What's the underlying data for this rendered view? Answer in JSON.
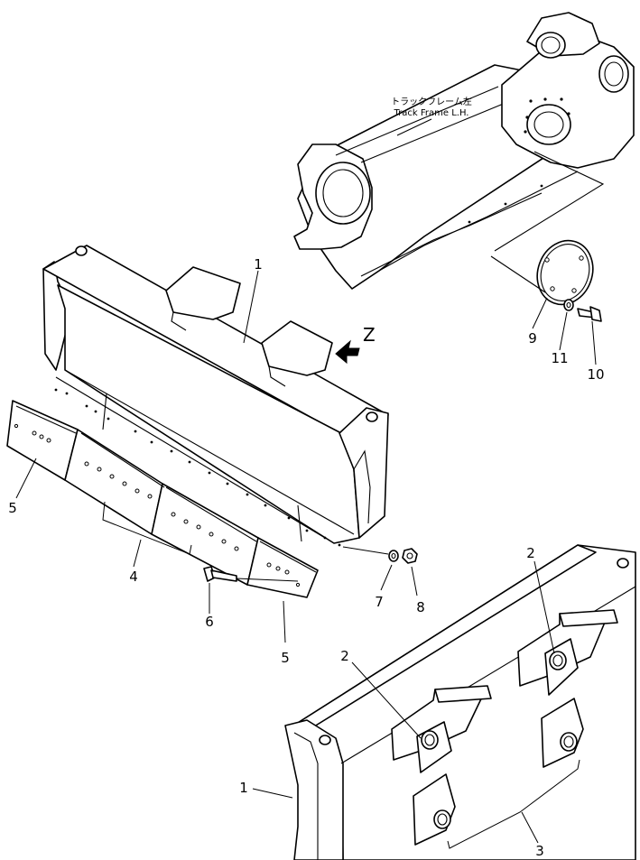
{
  "frame_label": {
    "jp": "トラックフレーム左",
    "en": "Track Frame L.H."
  },
  "view_marker": "Z",
  "callouts": [
    {
      "id": "blade-upper",
      "text": "1"
    },
    {
      "id": "blade-lower",
      "text": "1"
    },
    {
      "id": "bracket-right",
      "text": "2"
    },
    {
      "id": "bracket-left",
      "text": "2"
    },
    {
      "id": "lower-bracket",
      "text": "3"
    },
    {
      "id": "cutting-edge",
      "text": "4"
    },
    {
      "id": "end-bit-left",
      "text": "5"
    },
    {
      "id": "end-bit-right",
      "text": "5"
    },
    {
      "id": "bolt",
      "text": "6"
    },
    {
      "id": "washer",
      "text": "7"
    },
    {
      "id": "nut",
      "text": "8"
    },
    {
      "id": "cover",
      "text": "9"
    },
    {
      "id": "cover-bolt",
      "text": "10"
    },
    {
      "id": "cover-washer",
      "text": "11"
    }
  ]
}
